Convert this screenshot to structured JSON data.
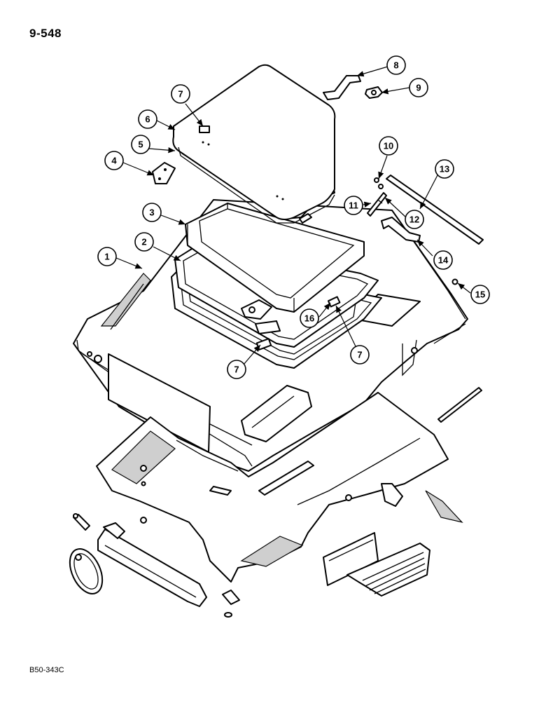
{
  "page_code": "9-548",
  "figure_code": "B50-343C",
  "callouts": [
    {
      "id": "c1",
      "label": "1"
    },
    {
      "id": "c2",
      "label": "2"
    },
    {
      "id": "c3",
      "label": "3"
    },
    {
      "id": "c4",
      "label": "4"
    },
    {
      "id": "c5",
      "label": "5"
    },
    {
      "id": "c6",
      "label": "6"
    },
    {
      "id": "c7a",
      "label": "7"
    },
    {
      "id": "c7b",
      "label": "7"
    },
    {
      "id": "c7c",
      "label": "7"
    },
    {
      "id": "c8",
      "label": "8"
    },
    {
      "id": "c9",
      "label": "9"
    },
    {
      "id": "c10",
      "label": "10"
    },
    {
      "id": "c11",
      "label": "11"
    },
    {
      "id": "c12",
      "label": "12"
    },
    {
      "id": "c13",
      "label": "13"
    },
    {
      "id": "c14",
      "label": "14"
    },
    {
      "id": "c15",
      "label": "15"
    },
    {
      "id": "c16",
      "label": "16"
    }
  ]
}
